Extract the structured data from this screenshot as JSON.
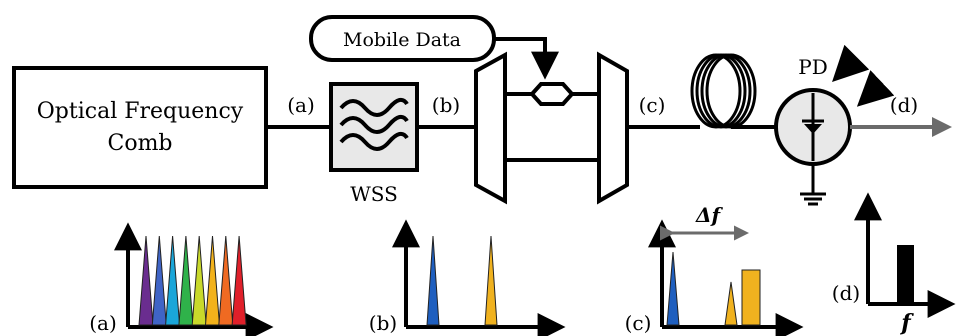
{
  "blocks": {
    "comb_line1": "Optical Frequency",
    "comb_line2": "Comb",
    "mobile_data": "Mobile Data",
    "wss": "WSS",
    "pd": "PD"
  },
  "point_labels": {
    "a": "(a)",
    "b": "(b)",
    "c": "(c)",
    "d": "(d)"
  },
  "spectra": {
    "a_label": "(a)",
    "b_label": "(b)",
    "c_label": "(c)",
    "d_label": "(d)",
    "delta_f": "Δf",
    "f_axis": "f",
    "a_colors": [
      "#6a2d8f",
      "#3f64c6",
      "#1aa6d9",
      "#2fb24a",
      "#c9d92b",
      "#f2b21b",
      "#ef6a22",
      "#e0202a"
    ],
    "b_colors": [
      "#1f5fbf",
      "#f0b21f"
    ],
    "c_colors": [
      "#1f5fbf",
      "#f0b21f",
      "#f0b21f"
    ],
    "d_color": "#000000"
  }
}
